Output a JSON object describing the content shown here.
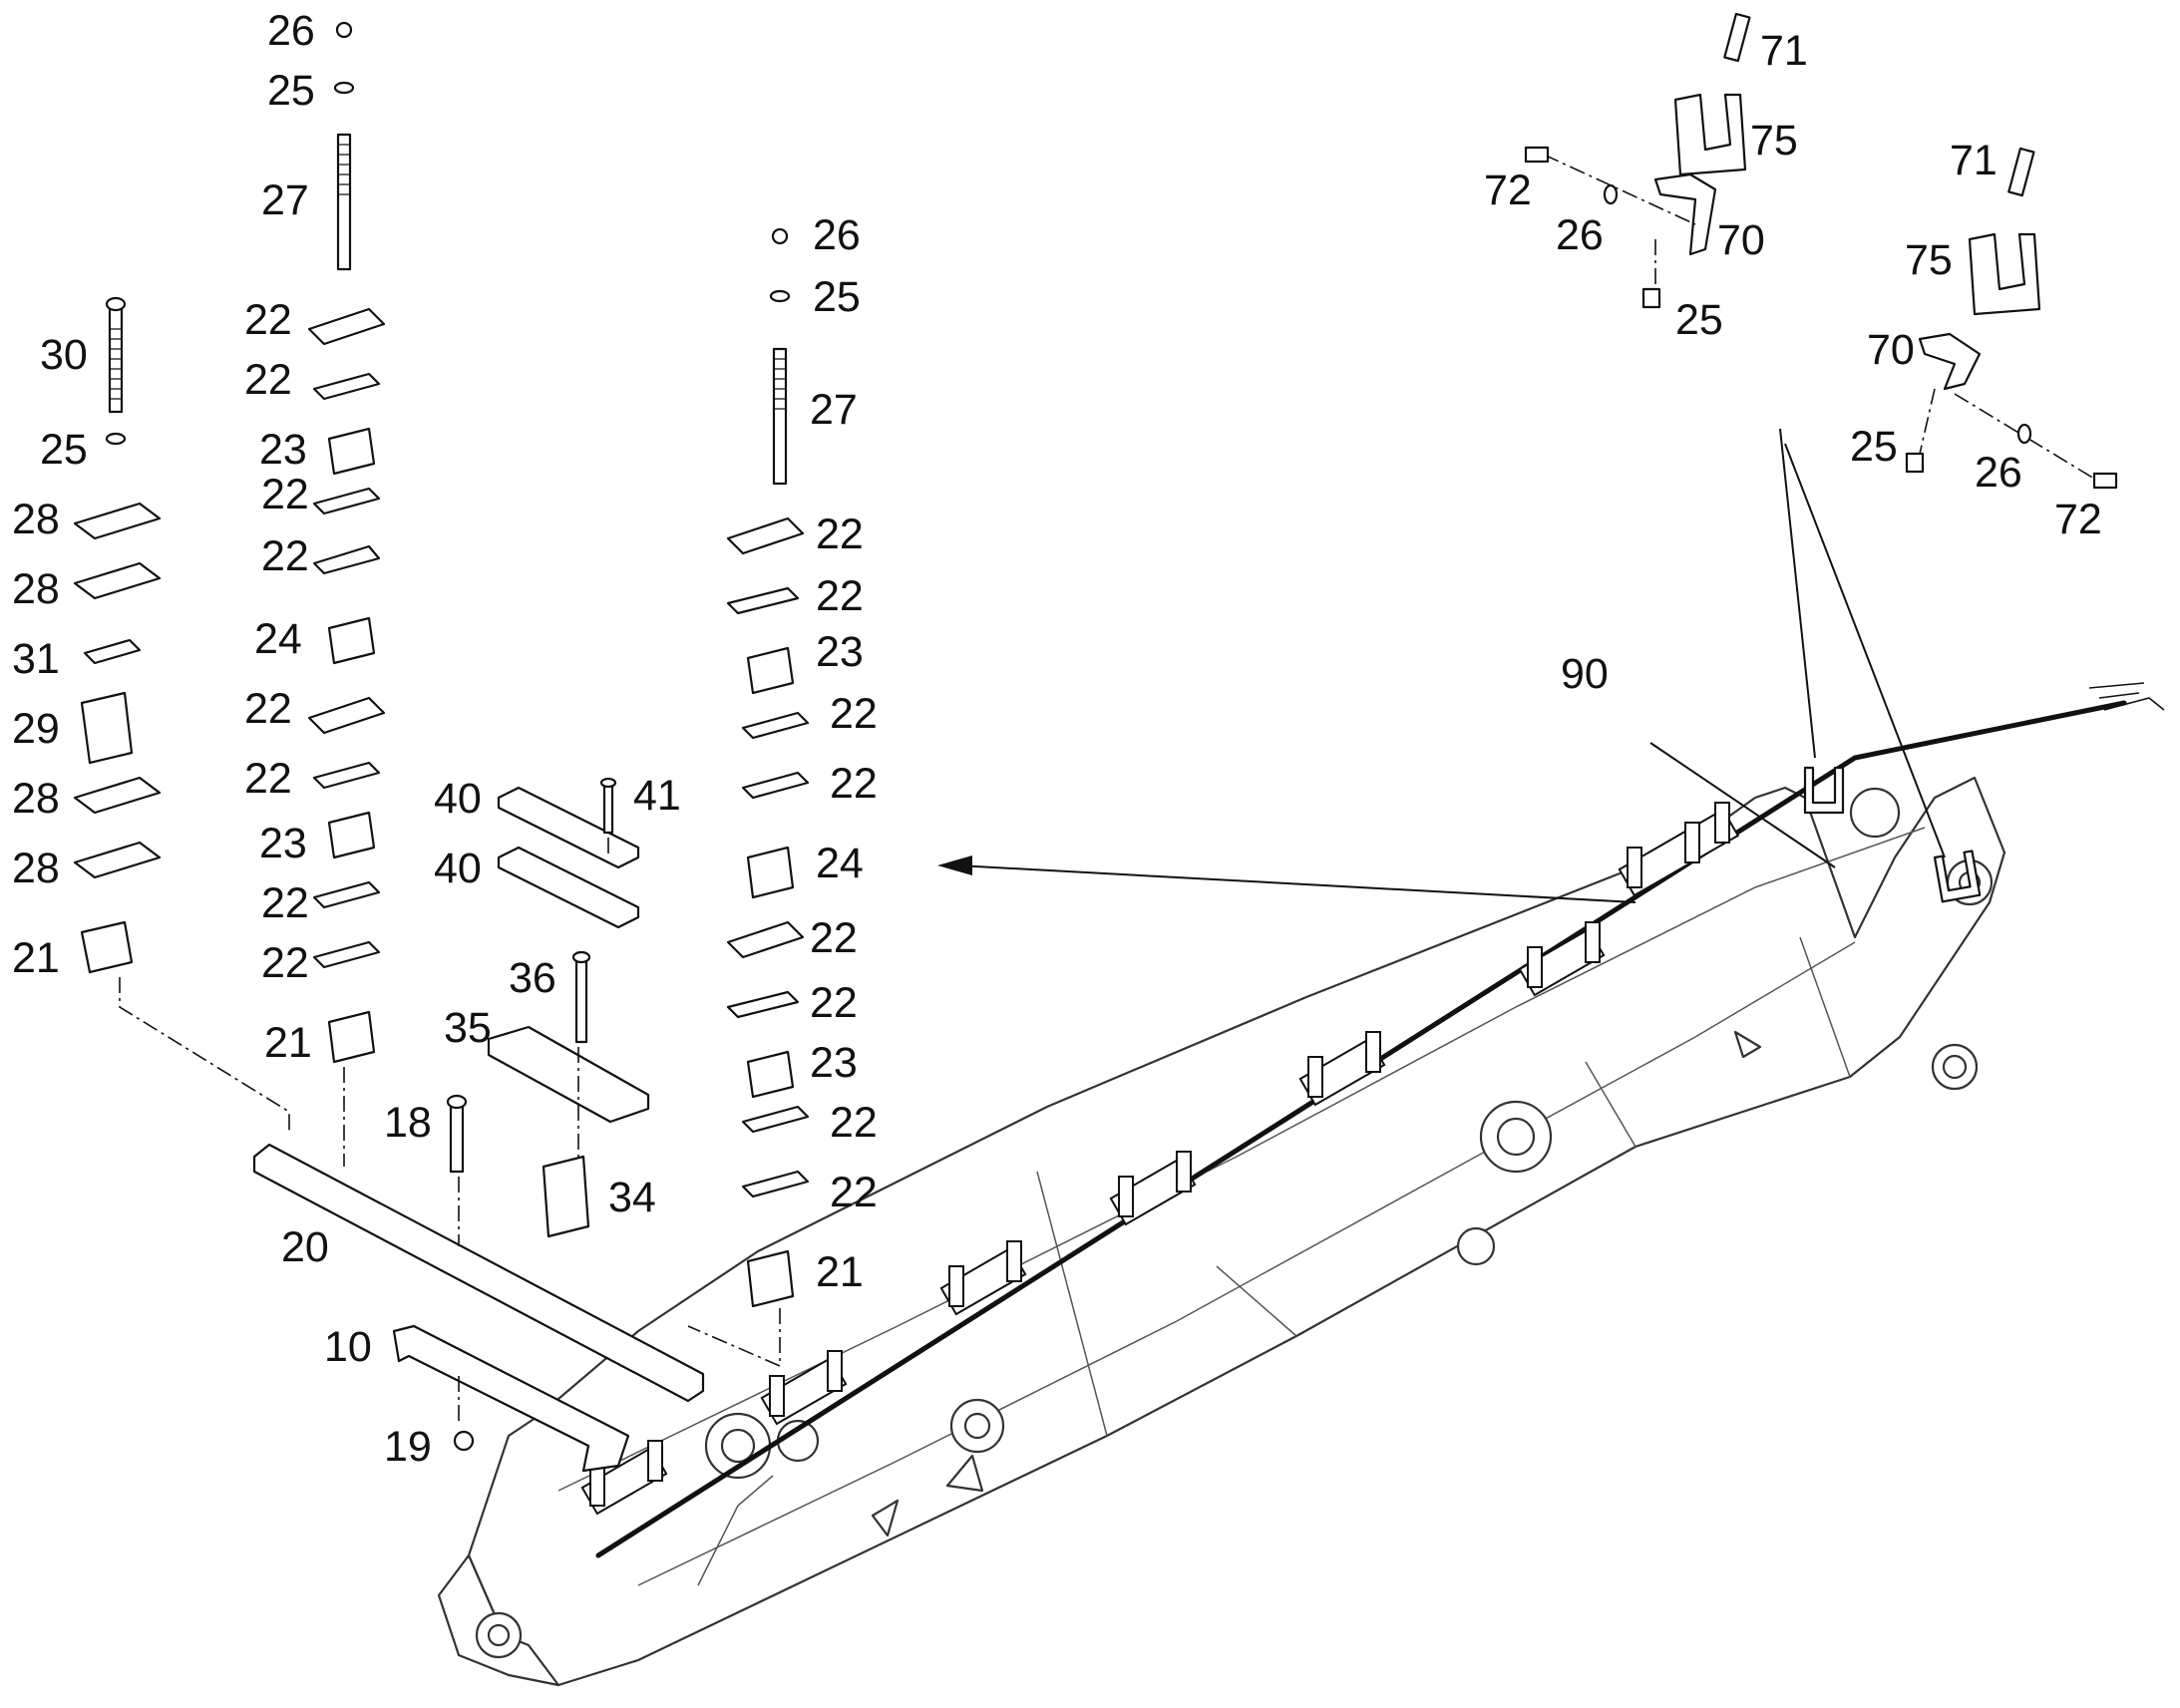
{
  "callouts": [
    {
      "id": "c-26-a",
      "text": "26"
    },
    {
      "id": "c-25-a",
      "text": "25"
    },
    {
      "id": "c-27-a",
      "text": "27"
    },
    {
      "id": "c-22-a1",
      "text": "22"
    },
    {
      "id": "c-22-a2",
      "text": "22"
    },
    {
      "id": "c-23-a1",
      "text": "23"
    },
    {
      "id": "c-22-a3",
      "text": "22"
    },
    {
      "id": "c-22-a4",
      "text": "22"
    },
    {
      "id": "c-24-a",
      "text": "24"
    },
    {
      "id": "c-22-a5",
      "text": "22"
    },
    {
      "id": "c-22-a6",
      "text": "22"
    },
    {
      "id": "c-23-a2",
      "text": "23"
    },
    {
      "id": "c-22-a7",
      "text": "22"
    },
    {
      "id": "c-22-a8",
      "text": "22"
    },
    {
      "id": "c-21-a",
      "text": "21"
    },
    {
      "id": "c-30",
      "text": "30"
    },
    {
      "id": "c-25-b",
      "text": "25"
    },
    {
      "id": "c-28-1",
      "text": "28"
    },
    {
      "id": "c-28-2",
      "text": "28"
    },
    {
      "id": "c-31",
      "text": "31"
    },
    {
      "id": "c-29",
      "text": "29"
    },
    {
      "id": "c-28-3",
      "text": "28"
    },
    {
      "id": "c-28-4",
      "text": "28"
    },
    {
      "id": "c-21-b",
      "text": "21"
    },
    {
      "id": "c-26-c",
      "text": "26"
    },
    {
      "id": "c-25-c",
      "text": "25"
    },
    {
      "id": "c-27-c",
      "text": "27"
    },
    {
      "id": "c-22-c1",
      "text": "22"
    },
    {
      "id": "c-22-c2",
      "text": "22"
    },
    {
      "id": "c-23-c1",
      "text": "23"
    },
    {
      "id": "c-22-c3",
      "text": "22"
    },
    {
      "id": "c-22-c4",
      "text": "22"
    },
    {
      "id": "c-24-c",
      "text": "24"
    },
    {
      "id": "c-22-c5",
      "text": "22"
    },
    {
      "id": "c-22-c6",
      "text": "22"
    },
    {
      "id": "c-23-c2",
      "text": "23"
    },
    {
      "id": "c-22-c7",
      "text": "22"
    },
    {
      "id": "c-22-c8",
      "text": "22"
    },
    {
      "id": "c-21-c",
      "text": "21"
    },
    {
      "id": "c-40-1",
      "text": "40"
    },
    {
      "id": "c-41",
      "text": "41"
    },
    {
      "id": "c-40-2",
      "text": "40"
    },
    {
      "id": "c-36",
      "text": "36"
    },
    {
      "id": "c-35",
      "text": "35"
    },
    {
      "id": "c-34",
      "text": "34"
    },
    {
      "id": "c-18",
      "text": "18"
    },
    {
      "id": "c-20",
      "text": "20"
    },
    {
      "id": "c-10",
      "text": "10"
    },
    {
      "id": "c-19",
      "text": "19"
    },
    {
      "id": "c-71-a",
      "text": "71"
    },
    {
      "id": "c-75-a",
      "text": "75"
    },
    {
      "id": "c-72-a",
      "text": "72"
    },
    {
      "id": "c-26-d",
      "text": "26"
    },
    {
      "id": "c-70-a",
      "text": "70"
    },
    {
      "id": "c-25-d",
      "text": "25"
    },
    {
      "id": "c-71-b",
      "text": "71"
    },
    {
      "id": "c-75-b",
      "text": "75"
    },
    {
      "id": "c-70-b",
      "text": "70"
    },
    {
      "id": "c-25-e",
      "text": "25"
    },
    {
      "id": "c-26-e",
      "text": "26"
    },
    {
      "id": "c-72-b",
      "text": "72"
    },
    {
      "id": "c-90",
      "text": "90"
    }
  ]
}
